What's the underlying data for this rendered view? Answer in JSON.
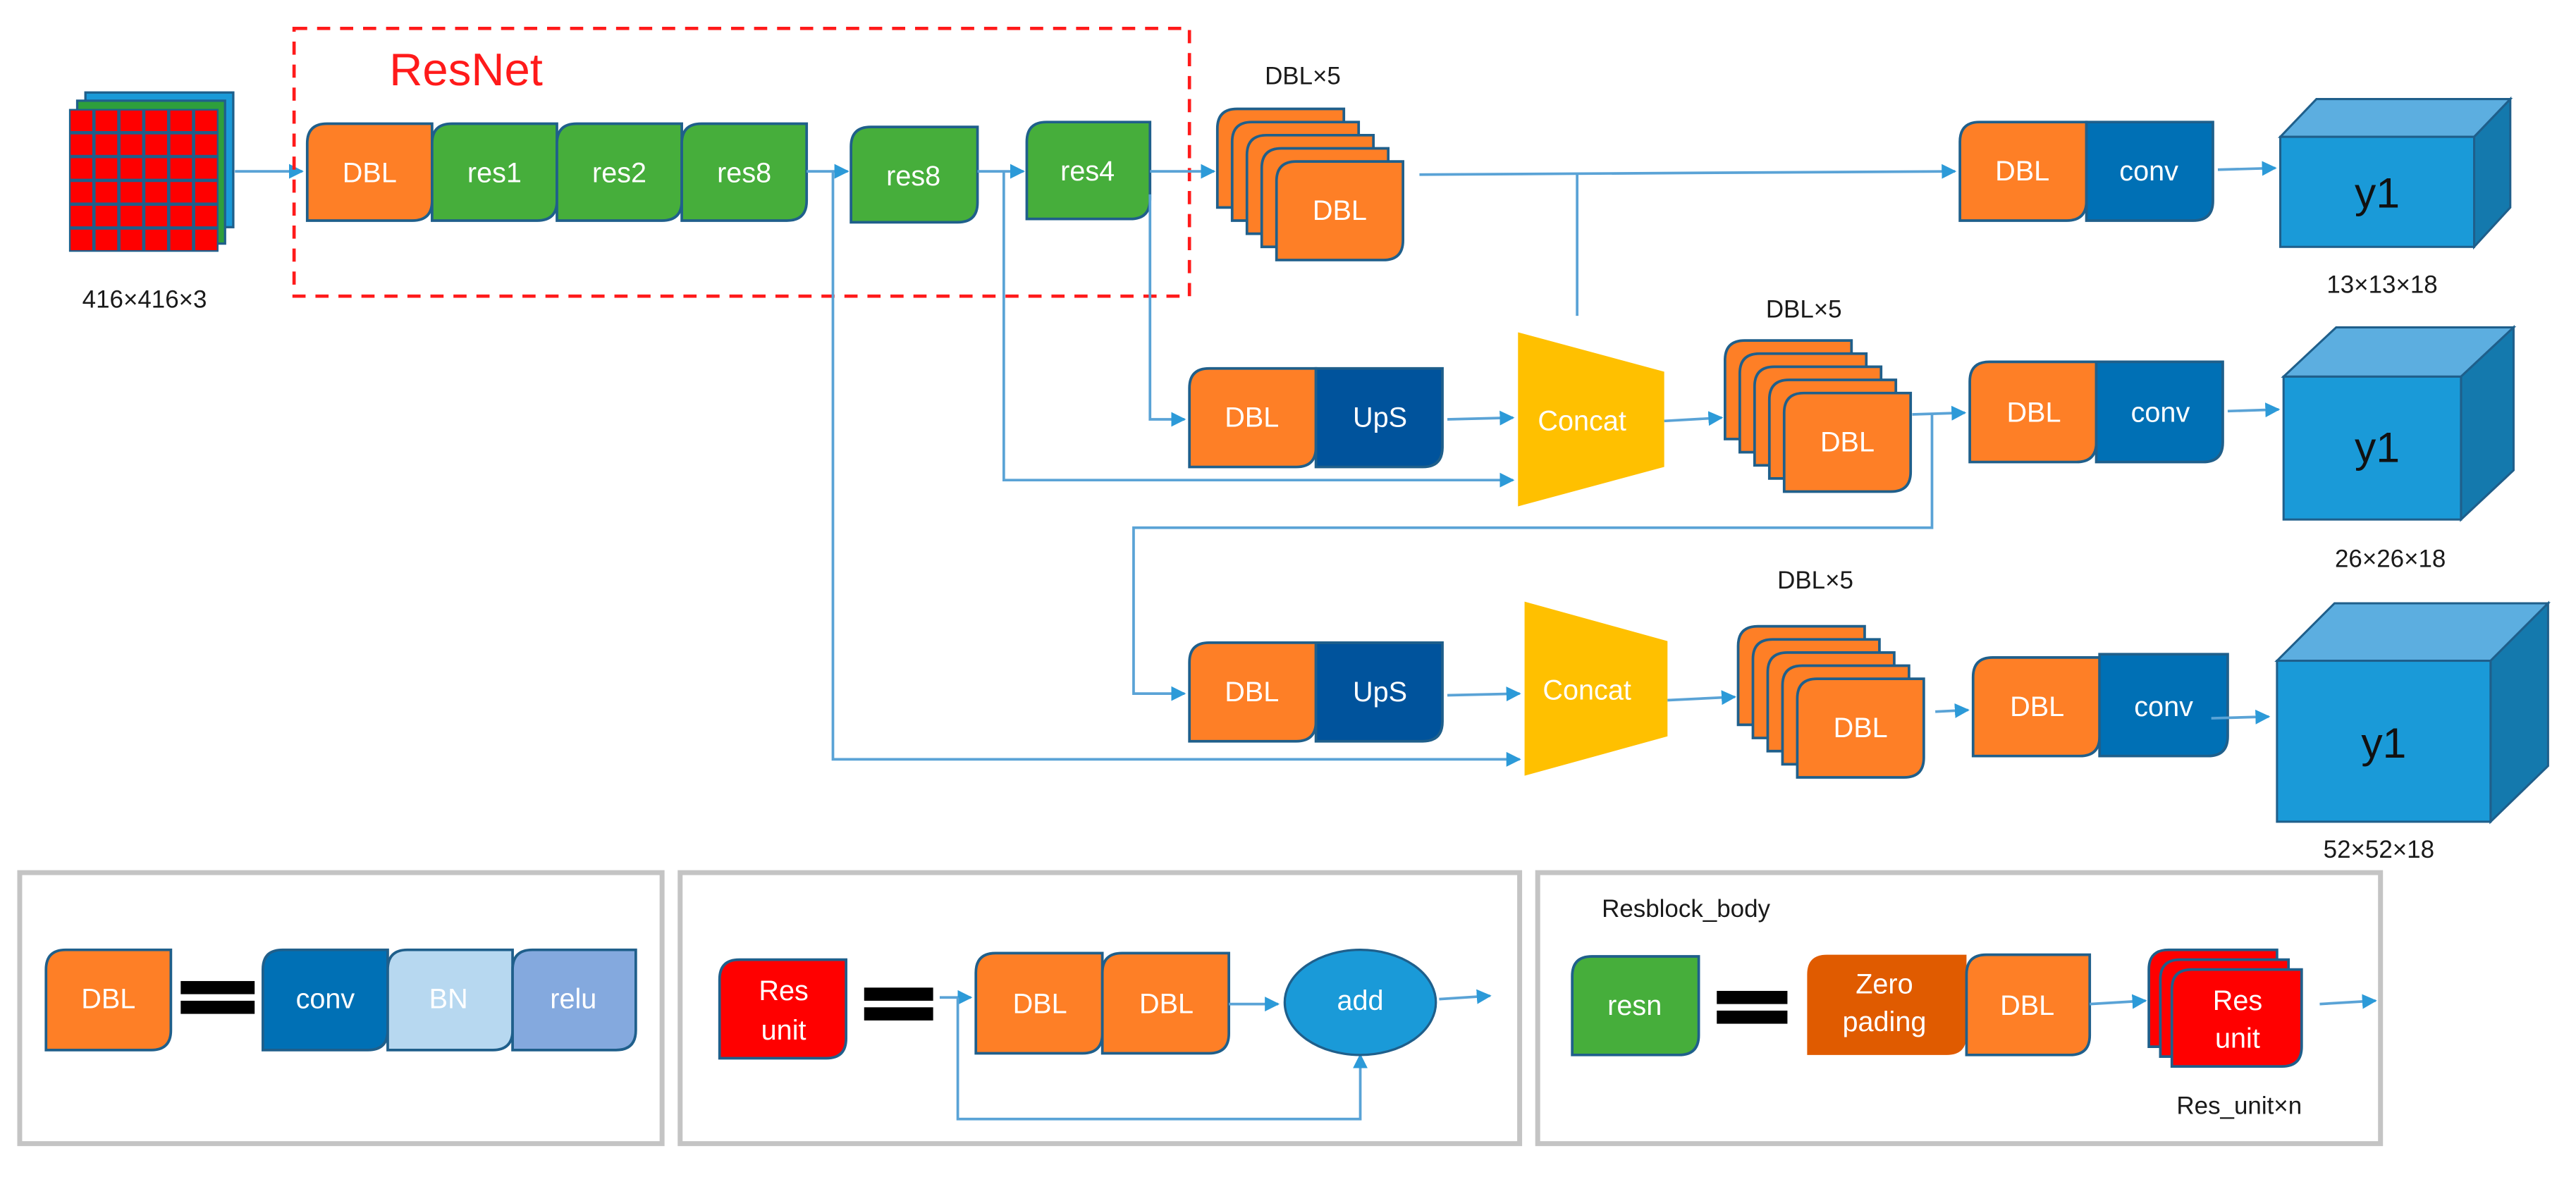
{
  "colors": {
    "dbl": "#fe7f26",
    "res": "#46ae3b",
    "conv": "#0070b5",
    "ups": "#00539c",
    "bn": "#b7d8f0",
    "relu": "#84a9de",
    "concat": "#ffc000",
    "res_unit": "#ff0000",
    "zero_pad": "#e05b00",
    "add": "#1a9ad8",
    "output_cube_front": "#1a9ad8",
    "output_cube_top": "#5caee0",
    "output_cube_side": "#1479ad",
    "edge": "#5aa3d6",
    "resnet_frame": "#ff1a1a"
  },
  "input": {
    "label": "416×416×3"
  },
  "backbone": {
    "title": "ResNet",
    "blocks": [
      {
        "label": "DBL",
        "kind": "dbl"
      },
      {
        "label": "res1",
        "kind": "res"
      },
      {
        "label": "res2",
        "kind": "res"
      },
      {
        "label": "res8",
        "kind": "res"
      },
      {
        "label": "res8",
        "kind": "res"
      },
      {
        "label": "res4",
        "kind": "res"
      }
    ]
  },
  "branches": [
    {
      "stack_title": "DBL×5",
      "stack_label": "DBL",
      "head": [
        {
          "label": "DBL"
        },
        {
          "label": "conv"
        }
      ],
      "output": {
        "label": "y1",
        "shape": "13×13×18"
      }
    },
    {
      "upsample": [
        {
          "label": "DBL"
        },
        {
          "label": "UpS"
        }
      ],
      "concat_label": "Concat",
      "stack_title": "DBL×5",
      "stack_label": "DBL",
      "head": [
        {
          "label": "DBL"
        },
        {
          "label": "conv"
        }
      ],
      "output": {
        "label": "y1",
        "shape": "26×26×18"
      }
    },
    {
      "upsample": [
        {
          "label": "DBL"
        },
        {
          "label": "UpS"
        }
      ],
      "concat_label": "Concat",
      "stack_title": "DBL×5",
      "stack_label": "DBL",
      "head": [
        {
          "label": "DBL"
        },
        {
          "label": "conv"
        }
      ],
      "output": {
        "label": "y1",
        "shape": "52×52×18"
      }
    }
  ],
  "legends": [
    {
      "lhs": "DBL",
      "rhs": [
        {
          "label": "conv"
        },
        {
          "label": "BN"
        },
        {
          "label": "relu"
        }
      ]
    },
    {
      "lhs_line1": "Res",
      "lhs_line2": "unit",
      "rhs": [
        {
          "label": "DBL"
        },
        {
          "label": "DBL"
        }
      ],
      "add_label": "add"
    },
    {
      "title": "Resblock_body",
      "lhs": "resn",
      "zero_line1": "Zero",
      "zero_line2": "pading",
      "dbl": "DBL",
      "res_line1": "Res",
      "res_line2": "unit",
      "repeat_label": "Res_unit×n"
    }
  ]
}
